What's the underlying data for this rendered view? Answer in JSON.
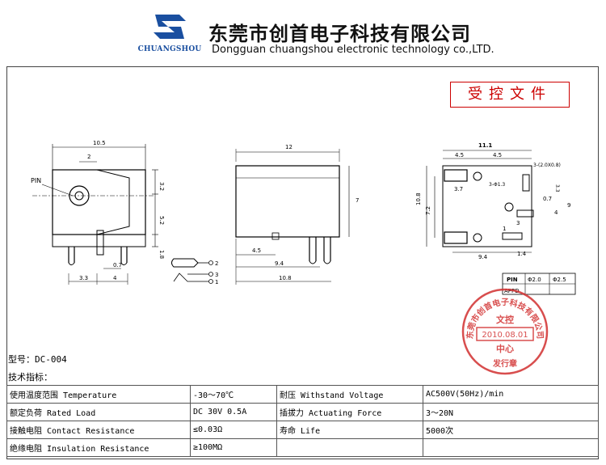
{
  "header": {
    "logo_text": "CHUANGSHOU",
    "company_cn": "东莞市创首电子科技有限公司",
    "company_en": "Dongguan chuangshou electronic technology co.,LTD."
  },
  "controlled_doc": "受控文件",
  "drawing": {
    "front": {
      "width": "10.5",
      "pin_label": "PIN",
      "top_offset": "2",
      "dim_a": "3.2",
      "dim_b": "5.2",
      "dim_c": "1.8",
      "pin_gap": "0.7",
      "bottom_left": "3.3",
      "bottom_right": "4"
    },
    "side": {
      "width": "12",
      "height": "7",
      "dim_a": "4.5",
      "dim_b": "9.4",
      "dim_c": "10.8"
    },
    "pcb": {
      "width": "11.1",
      "half_a": "4.5",
      "half_b": "4.5",
      "pad": "3-(2.0X0.8)",
      "hole": "3-Φ1.3",
      "dim_37": "3.7",
      "dim_07": "0.7",
      "dim_33": "3.3",
      "dim_4": "4",
      "dim_108": "10.8",
      "dim_72": "7.2",
      "dim_9": "9",
      "dim_1": "1",
      "dim_3": "3",
      "dim_94": "9.4",
      "dim_14": "1.4"
    },
    "schematic": {
      "pin1": "1",
      "pin2": "2",
      "pin3": "3"
    },
    "pin_table": {
      "header": "PIN",
      "col1": "Φ2.0",
      "col2": "Φ2.5",
      "row": "APPD"
    }
  },
  "model": "型号：DC-004",
  "tech_title": "技术指标：",
  "specs": [
    [
      "使用温度范围 Temperature",
      "-30～70℃",
      "耐压 Withstand Voltage",
      "AC500V(50Hz)/min"
    ],
    [
      "额定负荷 Rated Load",
      "DC 30V 0.5A",
      "插拔力 Actuating Force",
      "3～20N"
    ],
    [
      "接触电阻 Contact Resistance",
      "≤0.03Ω",
      "寿命 Life",
      "5000次"
    ],
    [
      "绝缘电阻 Insulation Resistance",
      "≥100MΩ",
      "",
      ""
    ]
  ],
  "stamp": {
    "ring_text": "东莞市创首电子科技有限公司",
    "center_top": "文控",
    "date": "2010.08.01",
    "center_bottom": "中心",
    "footer": "发行章",
    "color": "#d23030"
  },
  "colors": {
    "logo_blue": "#1a4fa0",
    "stamp_red": "#d23030",
    "controlled_red": "#cc0000"
  }
}
